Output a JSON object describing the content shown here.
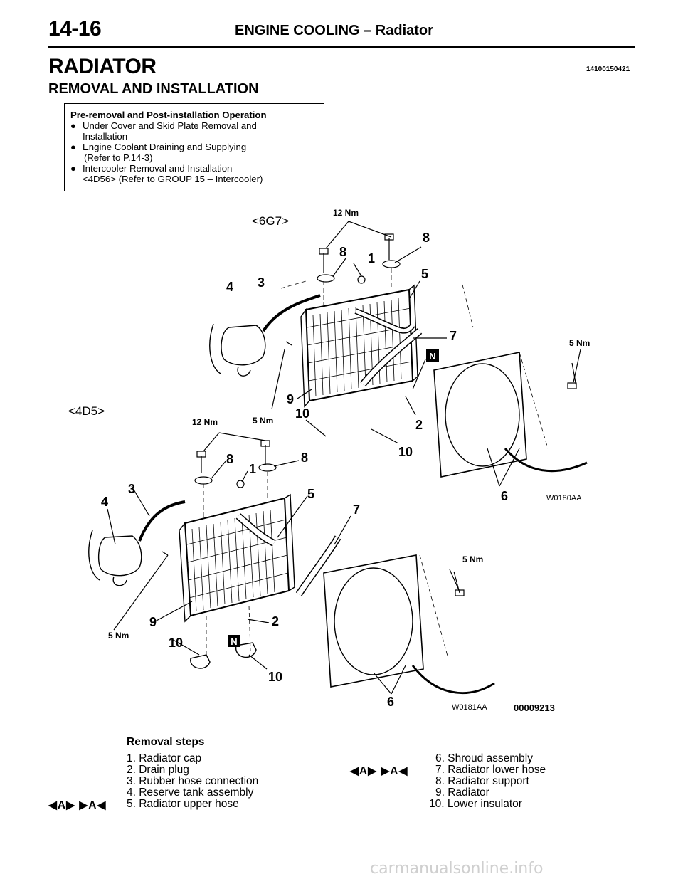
{
  "header": {
    "page_number": "14-16",
    "title": "ENGINE COOLING – Radiator"
  },
  "doc_title": "RADIATOR",
  "doc_code": "14100150421",
  "section_title": "REMOVAL AND INSTALLATION",
  "op_box": {
    "title": "Pre-removal and Post-installation Operation",
    "items": [
      {
        "line1": "Under Cover and Skid Plate Removal and",
        "line2": "Installation"
      },
      {
        "line1": "Engine Coolant Draining and Supplying",
        "line2": "(Refer to P.14-3)"
      },
      {
        "line1": "Intercooler Removal and Installation",
        "line2": "<4D56> (Refer to GROUP 15 – Intercooler)"
      }
    ],
    "bullet": "●"
  },
  "diagram": {
    "label_6g7": "<6G7>",
    "label_4d5": "<4D5>",
    "torque_12": "12 Nm",
    "torque_5": "5 Nm",
    "fig_code_top": "W0180AA",
    "fig_code_bottom": "W0181AA",
    "fig_number": "00009213",
    "n_mark": "N",
    "callouts_top": [
      "8",
      "1",
      "8",
      "5",
      "4",
      "3",
      "7",
      "9",
      "10",
      "2",
      "10",
      "6"
    ],
    "callouts_bottom": [
      "8",
      "1",
      "8",
      "3",
      "4",
      "5",
      "7",
      "9",
      "2",
      "10",
      "10",
      "6"
    ]
  },
  "removal": {
    "heading": "Removal steps",
    "left": [
      "1. Radiator cap",
      "2. Drain plug",
      "3. Rubber hose connection",
      "4. Reserve tank assembly",
      "5. Radiator upper hose"
    ],
    "right": [
      "6. Shroud assembly",
      "7. Radiator lower hose",
      "8. Radiator support",
      "9. Radiator",
      "10. Lower insulator"
    ],
    "marker_5": "◀A▶ ▶A◀",
    "marker_7": "◀A▶ ▶A◀"
  },
  "watermark": "carmanualsonline.info"
}
